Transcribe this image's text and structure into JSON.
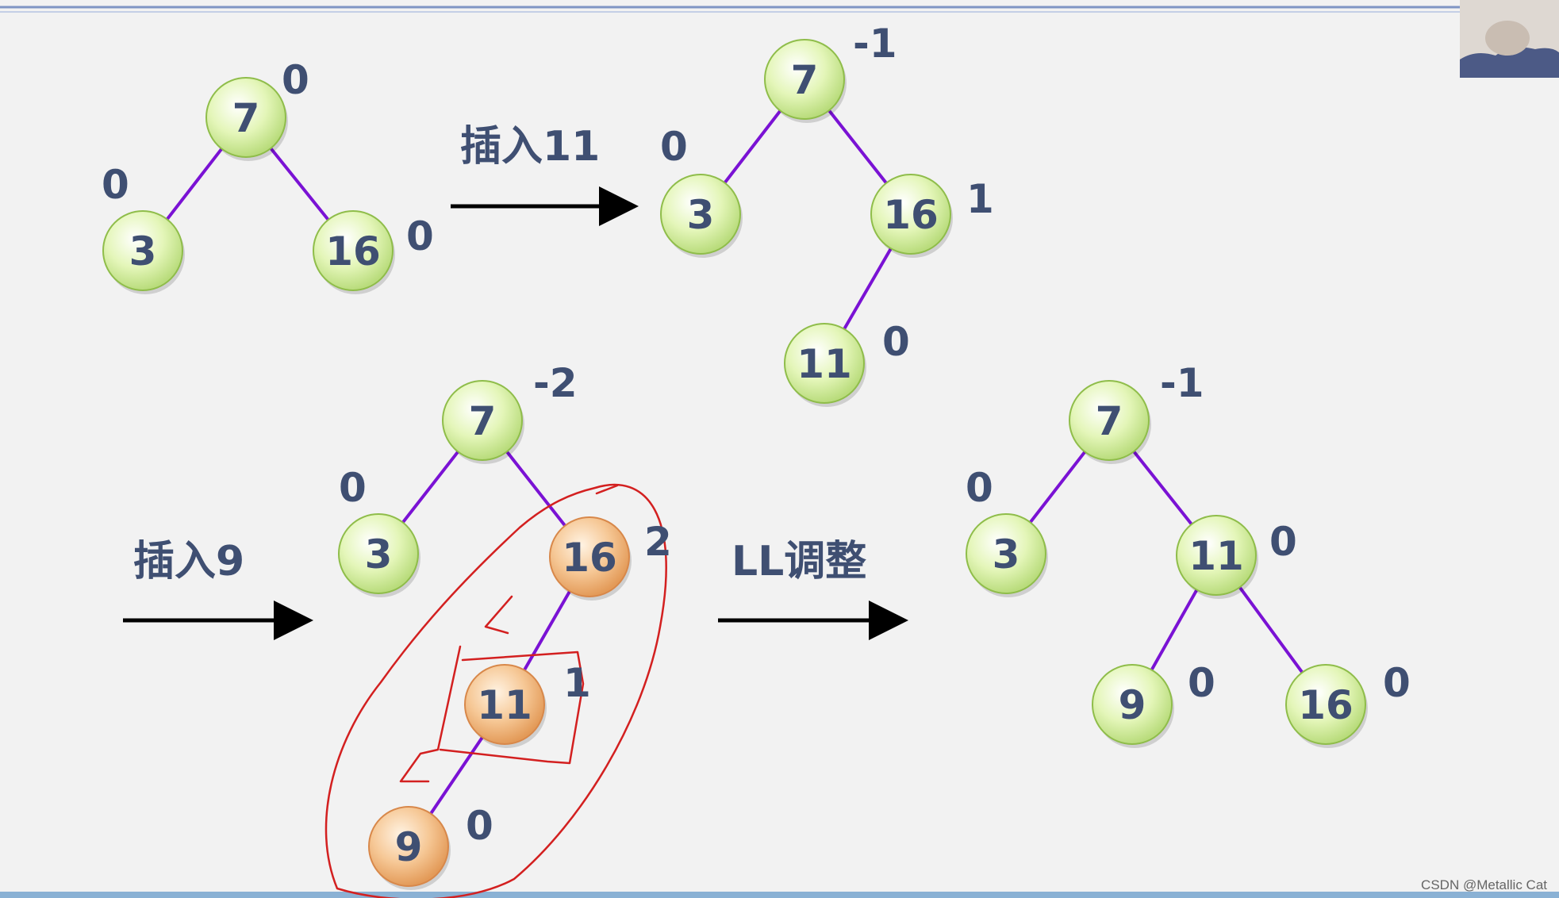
{
  "colors": {
    "background": "#f2f2f2",
    "edge": "#7a12d4",
    "normal_node_fill": "#e2f5b6",
    "normal_node_edge": "#8fbd4a",
    "highlight_node_fill": "#f5c695",
    "highlight_node_edge": "#d8884a",
    "label_text": "#3f4f72",
    "annotation": "#d32020",
    "arrow": "#000000"
  },
  "trees": [
    {
      "id": "tree1",
      "nodes": [
        {
          "key": "7",
          "bf": "0"
        },
        {
          "key": "3",
          "bf": "0"
        },
        {
          "key": "16",
          "bf": "0"
        }
      ],
      "edges": [
        [
          "7",
          "3"
        ],
        [
          "7",
          "16"
        ]
      ]
    },
    {
      "id": "tree2",
      "nodes": [
        {
          "key": "7",
          "bf": "-1"
        },
        {
          "key": "3",
          "bf": "0"
        },
        {
          "key": "16",
          "bf": "1"
        },
        {
          "key": "11",
          "bf": "0"
        }
      ],
      "edges": [
        [
          "7",
          "3"
        ],
        [
          "7",
          "16"
        ],
        [
          "16",
          "11"
        ]
      ]
    },
    {
      "id": "tree3",
      "nodes": [
        {
          "key": "7",
          "bf": "-2"
        },
        {
          "key": "3",
          "bf": "0"
        },
        {
          "key": "16",
          "bf": "2",
          "highlight": true
        },
        {
          "key": "11",
          "bf": "1",
          "highlight": true
        },
        {
          "key": "9",
          "bf": "0",
          "highlight": true
        }
      ],
      "edges": [
        [
          "7",
          "3"
        ],
        [
          "7",
          "16"
        ],
        [
          "16",
          "11"
        ],
        [
          "11",
          "9"
        ]
      ]
    },
    {
      "id": "tree4",
      "nodes": [
        {
          "key": "7",
          "bf": "-1"
        },
        {
          "key": "3",
          "bf": "0"
        },
        {
          "key": "11",
          "bf": "0"
        },
        {
          "key": "9",
          "bf": "0"
        },
        {
          "key": "16",
          "bf": "0"
        }
      ],
      "edges": [
        [
          "7",
          "3"
        ],
        [
          "7",
          "11"
        ],
        [
          "11",
          "9"
        ],
        [
          "11",
          "16"
        ]
      ]
    }
  ],
  "steps": [
    {
      "label": "插入11"
    },
    {
      "label": "插入9"
    },
    {
      "label": "LL调整"
    }
  ],
  "watermark": "CSDN @Metallic Cat"
}
